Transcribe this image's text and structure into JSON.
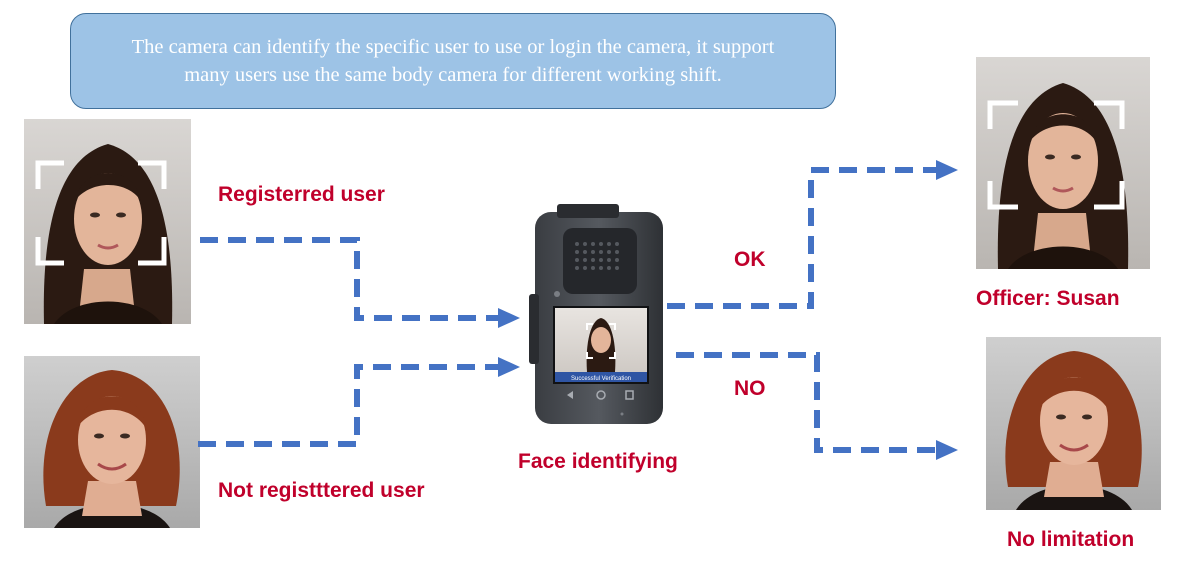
{
  "callout": {
    "text": "The camera can identify the specific user to use or login the camera, it support many users use the same body camera for different working shift."
  },
  "labels": {
    "registered_user": "Registerred user",
    "not_registered_user": "Not registttered user",
    "face_identifying": "Face identifying",
    "ok": "OK",
    "no": "NO",
    "officer": "Officer:  Susan",
    "no_limitation": "No limitation"
  },
  "device": {
    "screen_banner": "Successful Verification"
  },
  "colors": {
    "arrow": "#4472c4",
    "label_text": "#c0002b",
    "callout_fill": "#9dc3e6",
    "callout_border": "#41719c"
  }
}
